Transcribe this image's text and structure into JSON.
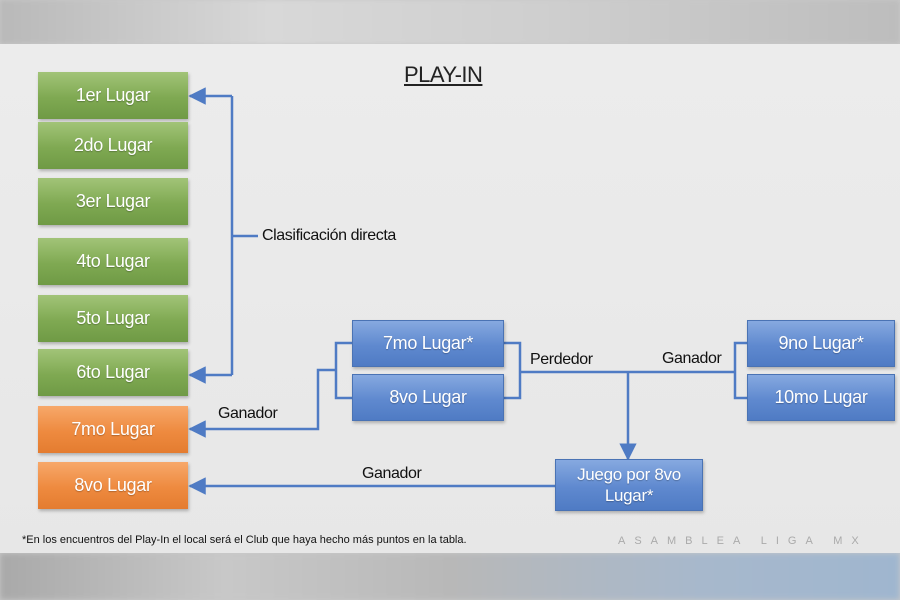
{
  "title": "PLAY-IN",
  "standings": [
    {
      "label": "1er Lugar",
      "group": "direct"
    },
    {
      "label": "2do Lugar",
      "group": "direct"
    },
    {
      "label": "3er Lugar",
      "group": "direct"
    },
    {
      "label": "4to Lugar",
      "group": "direct"
    },
    {
      "label": "5to Lugar",
      "group": "direct"
    },
    {
      "label": "6to Lugar",
      "group": "direct"
    },
    {
      "label": "7mo Lugar",
      "group": "play-in"
    },
    {
      "label": "8vo Lugar",
      "group": "play-in"
    }
  ],
  "games": {
    "game_7_8": [
      "7mo Lugar*",
      "8vo Lugar"
    ],
    "game_9_10": [
      "9no Lugar*",
      "10mo Lugar"
    ],
    "final_game": "Juego por 8vo Lugar*"
  },
  "labels": {
    "direct": "Clasificación directa",
    "winner_7_8": "Ganador",
    "loser": "Perdedor",
    "winner_9_10": "Ganador",
    "winner_final": "Ganador"
  },
  "footnote": "*En los encuentros del Play-In el local será el Club que haya hecho más puntos en la tabla.",
  "brand": "ASAMBLEA LIGA MX",
  "colors": {
    "direct": "#7fa952",
    "play_in": "#ee8a3f",
    "game": "#5f89cf",
    "connector": "#4f7bc4"
  }
}
